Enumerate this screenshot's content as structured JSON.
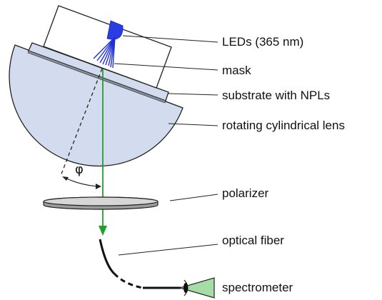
{
  "labels": {
    "leds": "LEDs (365 nm)",
    "mask": "mask",
    "substrate": "substrate with NPLs",
    "lens": "rotating cylindrical lens",
    "polarizer": "polarizer",
    "fiber": "optical fiber",
    "spectrometer": "spectrometer",
    "angle": "φ"
  },
  "colors": {
    "lens_fill": "#d2dcee",
    "led_fill": "#2a3de0",
    "beam": "#22a02a",
    "eye_fill": "#a6dca6",
    "outline": "#222222"
  },
  "icons": {
    "eye": "eye-icon",
    "led": "led-icon"
  }
}
